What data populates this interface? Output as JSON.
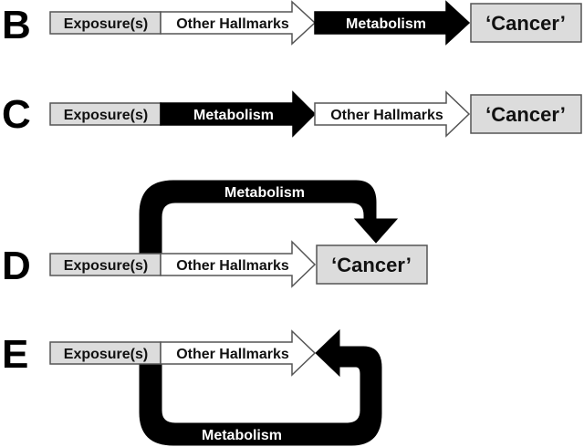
{
  "colors": {
    "box_fill": "#dcdcdc",
    "arrow_outline": "#555555",
    "black_arrow": "#000000",
    "background": "#ffffff"
  },
  "rows": {
    "B": {
      "label": "B",
      "exposure": "Exposure(s)",
      "other_hallmarks": "Other Hallmarks",
      "metabolism": "Metabolism",
      "cancer": "‘Cancer’"
    },
    "C": {
      "label": "C",
      "exposure": "Exposure(s)",
      "metabolism": "Metabolism",
      "other_hallmarks": "Other Hallmarks",
      "cancer": "‘Cancer’"
    },
    "D": {
      "label": "D",
      "exposure": "Exposure(s)",
      "other_hallmarks": "Other Hallmarks",
      "metabolism": "Metabolism",
      "cancer": "‘Cancer’"
    },
    "E": {
      "label": "E",
      "exposure": "Exposure(s)",
      "other_hallmarks": "Other Hallmarks",
      "metabolism": "Metabolism"
    }
  }
}
